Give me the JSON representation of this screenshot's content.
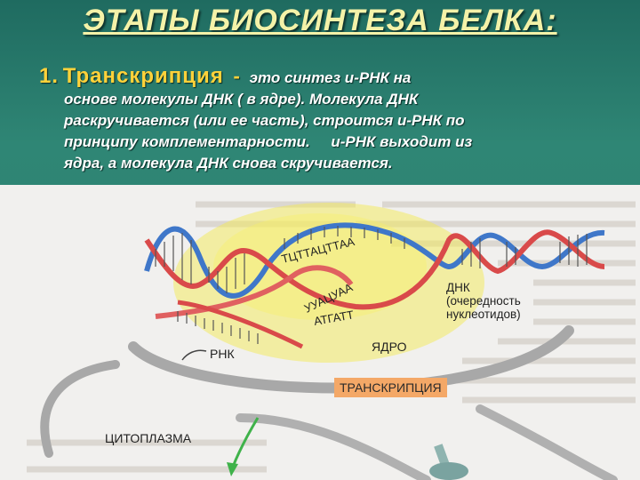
{
  "slide": {
    "title": "ЭТАПЫ БИОСИНТЕЗА БЕЛКА:",
    "item_number": "1.",
    "item_term": "Транскрипция",
    "dash": "-",
    "line1": "это синтез и-РНК на",
    "line2": "основе молекулы ДНК ( в ядре). Молекула ДНК",
    "line3": "раскручивается (или ее часть), строится и-РНК по",
    "line4": "принципу комплементарности.     и-РНК выходит из",
    "line5": "ядра, а молекула ДНК снова скручивается."
  },
  "figure": {
    "dna_label_line1": "ДНК",
    "dna_label_line2": "(очередность",
    "dna_label_line3": "нуклеотидов)",
    "nucleus_label": "ЯДРО",
    "rna_label": "РНК",
    "transcription_label": "ТРАНСКРИПЦИЯ",
    "cytoplasm_label": "ЦИТОПЛАЗМА",
    "top_sequence": "ТЦТТАЦТТАА",
    "bottom_sequence": "УУАЦУАА",
    "bottom_sequence2": "АТГАТТ"
  },
  "colors": {
    "background": "#2f7e6e",
    "title": "#f4f2a8",
    "term": "#ffd23a",
    "dna_blue": "#3f77c9",
    "dna_red": "#d94a4a",
    "highlight_yellow": "#f4ea55",
    "transcription_tag": "#f4a867"
  }
}
